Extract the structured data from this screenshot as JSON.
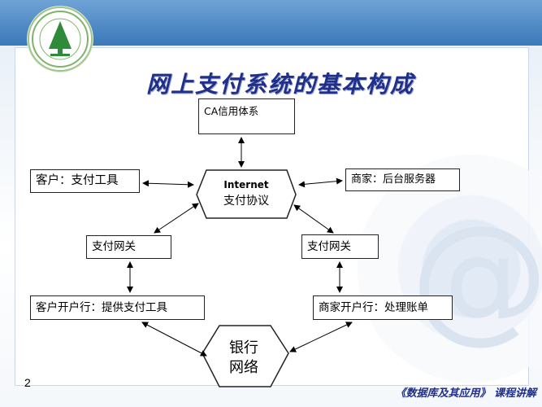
{
  "title": "网上支付系统的基本构成",
  "nodes": {
    "ca": "CA信用体系",
    "internet": "Internet",
    "payment_protocol": "支付协议",
    "customer": "客户：支付工具",
    "merchant": "商家：后台服务器",
    "gateway_left": "支付网关",
    "gateway_right": "支付网关",
    "customer_bank": "客户开户行：提供支付工具",
    "merchant_bank": "商家开户行：处理账单",
    "bank_network_line1": "银行",
    "bank_network_line2": "网络"
  },
  "page_number": "2",
  "footer": "《数据库及其应用》 课程讲解"
}
